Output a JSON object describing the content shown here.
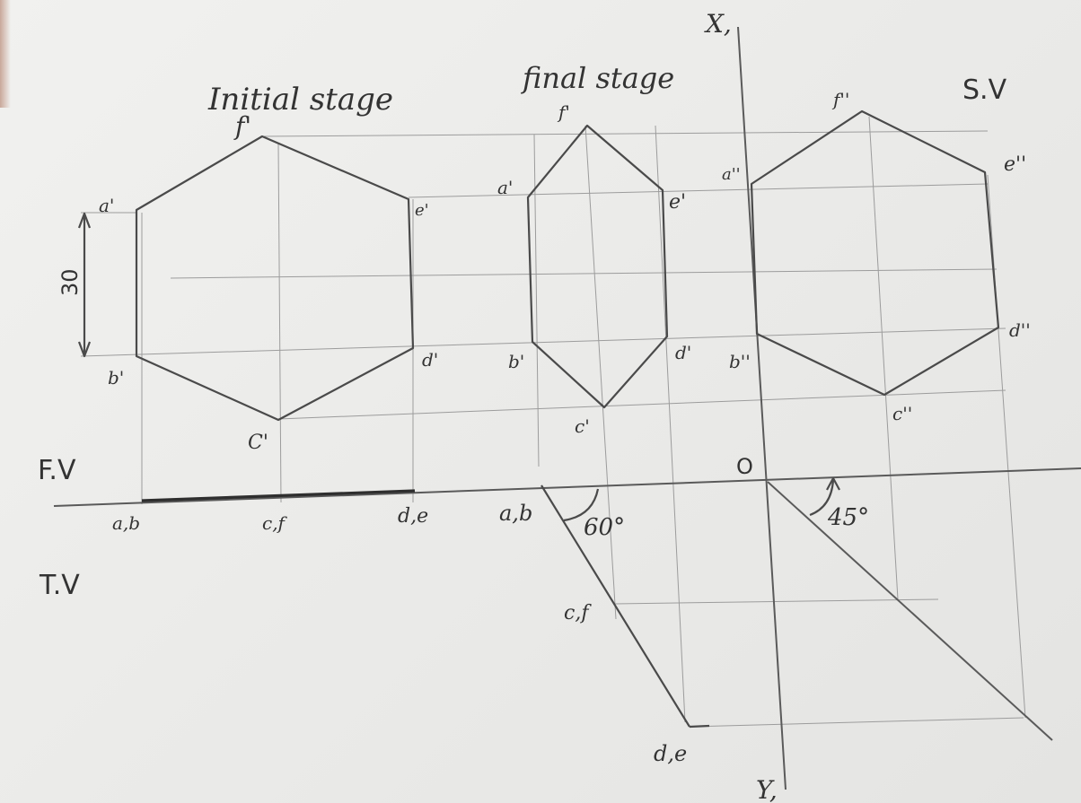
{
  "titles": {
    "initial_stage": "Initial stage",
    "final_stage": "final stage",
    "side_view": "S.V"
  },
  "views": {
    "front_view": "F.V",
    "top_view": "T.V"
  },
  "reference_line_labels": {
    "x1": "X,",
    "y1": "Y,",
    "origin": "O"
  },
  "dimension": {
    "side_length": "30"
  },
  "angles": {
    "inclination": "60°",
    "projection": "45°"
  },
  "initial_labels": {
    "a": "a'",
    "b": "b'",
    "c": "C'",
    "d": "d'",
    "e": "e'",
    "f": "f'",
    "tv_ab": "a,b",
    "tv_cf": "c,f",
    "tv_de": "d,e"
  },
  "final_labels": {
    "a": "a'",
    "b": "b'",
    "c": "c'",
    "d": "d'",
    "e": "e'",
    "f": "f'",
    "tv_ab": "a,b",
    "tv_cf": "c,f",
    "tv_de": "d,e"
  },
  "side_labels": {
    "a": "a''",
    "b": "b''",
    "c": "c''",
    "d": "d''",
    "e": "e''",
    "f": "f''"
  }
}
